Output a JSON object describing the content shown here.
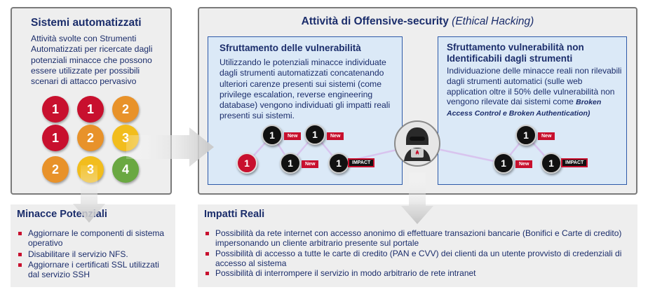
{
  "left_panel": {
    "title": "Sistemi automatizzati",
    "description": "Attività svolte con Strumenti Automatizzati per ricercate dagli potenziali minacce che possono essere utilizzate per possibili scenari di attacco pervasivo",
    "circles": [
      {
        "label": "1",
        "color": "#c8102e"
      },
      {
        "label": "1",
        "color": "#c8102e"
      },
      {
        "label": "2",
        "color": "#e8922a"
      },
      {
        "label": "1",
        "color": "#c8102e"
      },
      {
        "label": "2",
        "color": "#e8922a"
      },
      {
        "label": "3",
        "color": "#f2bd1d"
      },
      {
        "label": "2",
        "color": "#e8922a"
      },
      {
        "label": "3",
        "color": "#f2bd1d"
      },
      {
        "label": "4",
        "color": "#6aa842"
      }
    ]
  },
  "main_panel": {
    "title_bold": "Attività di Offensive-security",
    "title_italic": "(Ethical Hacking)",
    "sub_left": {
      "title": "Sfruttamento delle vulnerabilità",
      "text": "Utilizzando le potenziali minacce individuate dagli strumenti automatizzati concatenando ulteriori carenze presenti sui sistemi (come privilege escalation, reverse engineering database) vengono individuati gli impatti reali presenti sui sistemi."
    },
    "sub_right": {
      "title": "Sfruttamento vulnerabilità non Identificabili dagli strumenti",
      "text": "Individuazione delle minacce reali non rilevabili dagli strumenti automatici (sulle web application oltre il 50% delle vulnerabilità non vengono rilevate dai sistemi come",
      "text_emphasis": "Broken Access Control e  Broken Authentication)"
    },
    "graph": {
      "node_label": "1",
      "new_label": "New",
      "impact_label": "IMPACT"
    }
  },
  "threats": {
    "title": "Minacce Potenziali",
    "items": [
      "Aggiornare le componenti di sistema operativo",
      "Disabilitare il servizio NFS.",
      "Aggiornare i certificati SSL utilizzati dal servizio SSH"
    ]
  },
  "impacts": {
    "title": "Impatti Reali",
    "items": [
      "Possibilità da rete internet con accesso anonimo di effettuare transazioni bancarie (Bonifici e Carte di credito) impersonando un cliente arbitrario presente sul portale",
      "Possibilità di accesso a tutte le carte di credito (PAN e CVV) dei clienti da un utente provvisto di credenziali di accesso al sistema",
      "Possibilità di interrompere il servizio in modo arbitrario de rete intranet"
    ]
  },
  "colors": {
    "navy": "#1b2d6b",
    "red": "#c8102e",
    "orange": "#e8922a",
    "yellow": "#f2bd1d",
    "green": "#6aa842",
    "panel_bg": "#eeeeee",
    "sub_panel_bg": "#dbe9f7"
  },
  "icons": {
    "hacker": "hacker-icon",
    "arrow_right": "arrow-right-icon",
    "arrow_down": "arrow-down-icon"
  }
}
